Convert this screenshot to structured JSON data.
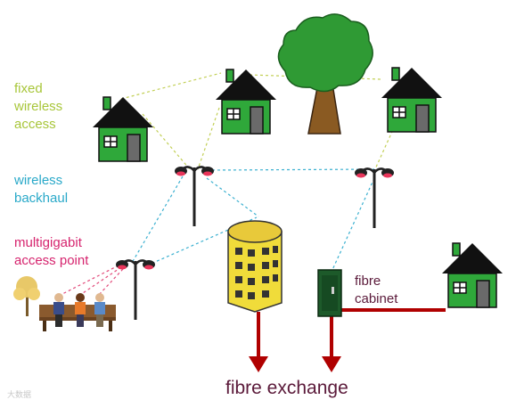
{
  "labels": {
    "fixed_wireless": [
      "fixed",
      "wireless",
      "access"
    ],
    "wireless_backhaul": [
      "wireless",
      "backhaul"
    ],
    "multigigabit": [
      "multigigabit",
      "access point"
    ],
    "fibre_cabinet": [
      "fibre",
      "cabinet"
    ],
    "fibre_exchange": "fibre exchange"
  },
  "watermark": "大数据",
  "colors": {
    "fixed_wireless": "#a8c63a",
    "backhaul": "#2aa9c9",
    "access_point": "#d6246e",
    "fibre": "#b00000",
    "house": "#2fa83a",
    "text_dark": "#5b1a3a"
  },
  "icons": [
    "house-icon",
    "tree-icon",
    "street-light-icon",
    "office-building-icon",
    "fibre-cabinet-icon",
    "park-bench-people-icon",
    "autumn-tree-icon"
  ]
}
